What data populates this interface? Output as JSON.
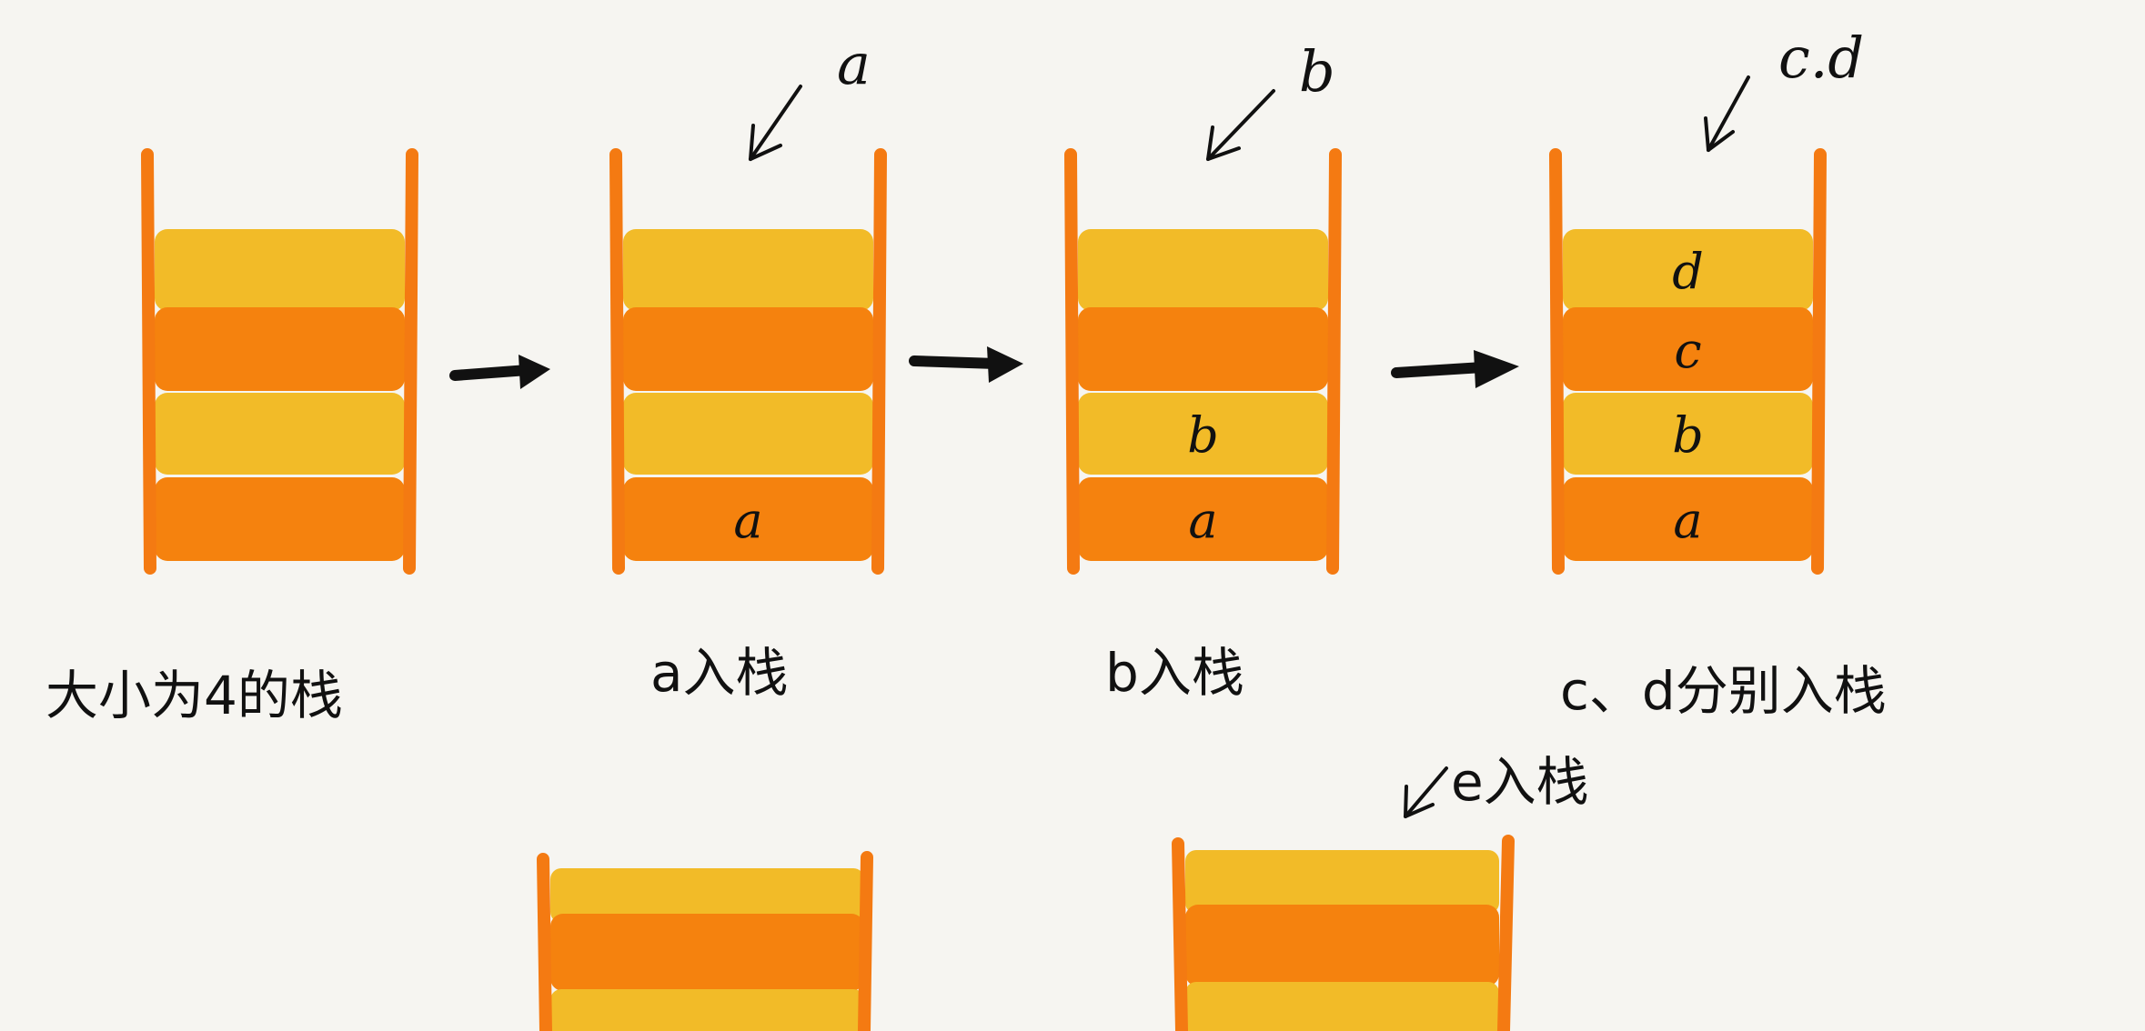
{
  "colors": {
    "background": "#f6f5f1",
    "wall": "#f47a12",
    "slot_light": "#f2bb28",
    "slot_dark": "#f5820e",
    "ink": "#111111"
  },
  "captions": [
    "大小为4的栈",
    "a入栈",
    "b入栈",
    "c、d分别入栈"
  ],
  "arrow_labels": [
    "a",
    "b",
    "c.d"
  ],
  "stacks": [
    {
      "slots": [
        "",
        "",
        "",
        ""
      ]
    },
    {
      "slots": [
        "",
        "",
        "",
        "a"
      ]
    },
    {
      "slots": [
        "",
        "",
        "b",
        "a"
      ]
    },
    {
      "slots": [
        "d",
        "c",
        "b",
        "a"
      ]
    }
  ],
  "bottom_label": "e入栈"
}
